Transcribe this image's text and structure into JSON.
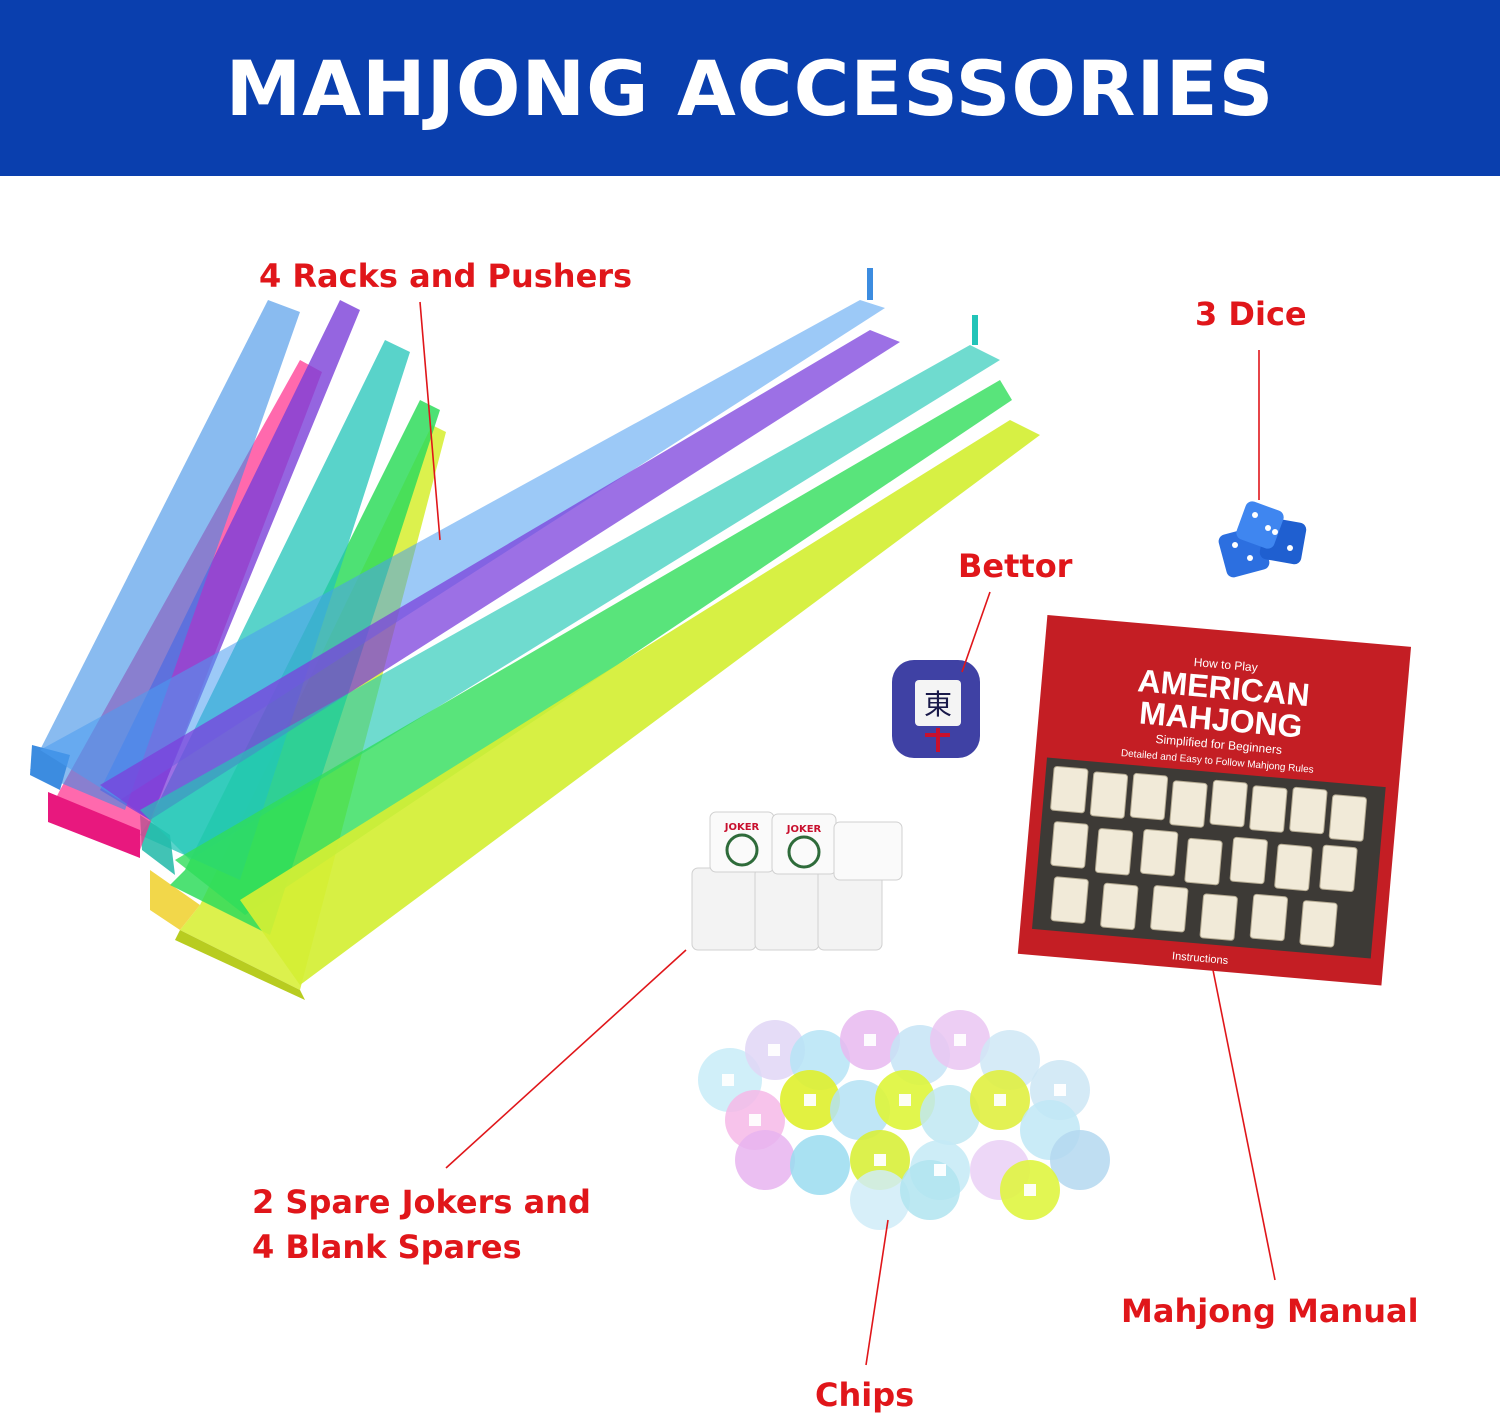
{
  "banner": {
    "title": "MAHJONG ACCESSORIES",
    "background_color": "#0a3fae",
    "text_color": "#ffffff"
  },
  "labels": {
    "racks": "4 Racks and Pushers",
    "dice": "3 Dice",
    "bettor": "Bettor",
    "jokers_line1": "2 Spare Jokers and",
    "jokers_line2": "4 Blank Spares",
    "manual": "Mahjong Manual",
    "chips": "Chips",
    "color": "#e0161a"
  },
  "manual_cover": {
    "kicker": "How to Play",
    "title_line1": "AMERICAN",
    "title_line2": "MAHJONG",
    "subtitle": "Simplified for Beginners",
    "tagline": "Detailed and Easy to Follow Mahjong Rules",
    "footer": "Instructions",
    "cover_color": "#c41e24"
  },
  "tiles": {
    "joker_text": "JOKER"
  },
  "bettor_die": {
    "glyph": "東"
  },
  "rack_colors": [
    "#2f86e0",
    "#7b3fd6",
    "#ff2a8a",
    "#1fc7b8",
    "#2ee05a",
    "#d9f02a"
  ]
}
